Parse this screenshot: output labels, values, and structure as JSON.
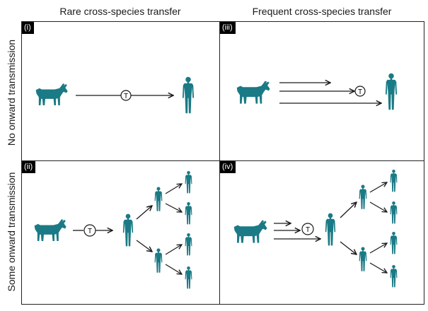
{
  "columns": {
    "left": "Rare cross-species transfer",
    "right": "Frequent cross-species transfer"
  },
  "rows": {
    "top": "No onward transmission",
    "bottom": "Some onward transmission"
  },
  "panels": {
    "i": {
      "tag": "(i)"
    },
    "ii": {
      "tag": "(ii)"
    },
    "iii": {
      "tag": "(iii)"
    },
    "iv": {
      "tag": "(iv)"
    }
  },
  "transmission_marker": "T",
  "colors": {
    "figure": "#1a7a85",
    "line": "#1a1a1a"
  },
  "icons": {
    "animal": "goat-icon",
    "person": "human-icon"
  }
}
